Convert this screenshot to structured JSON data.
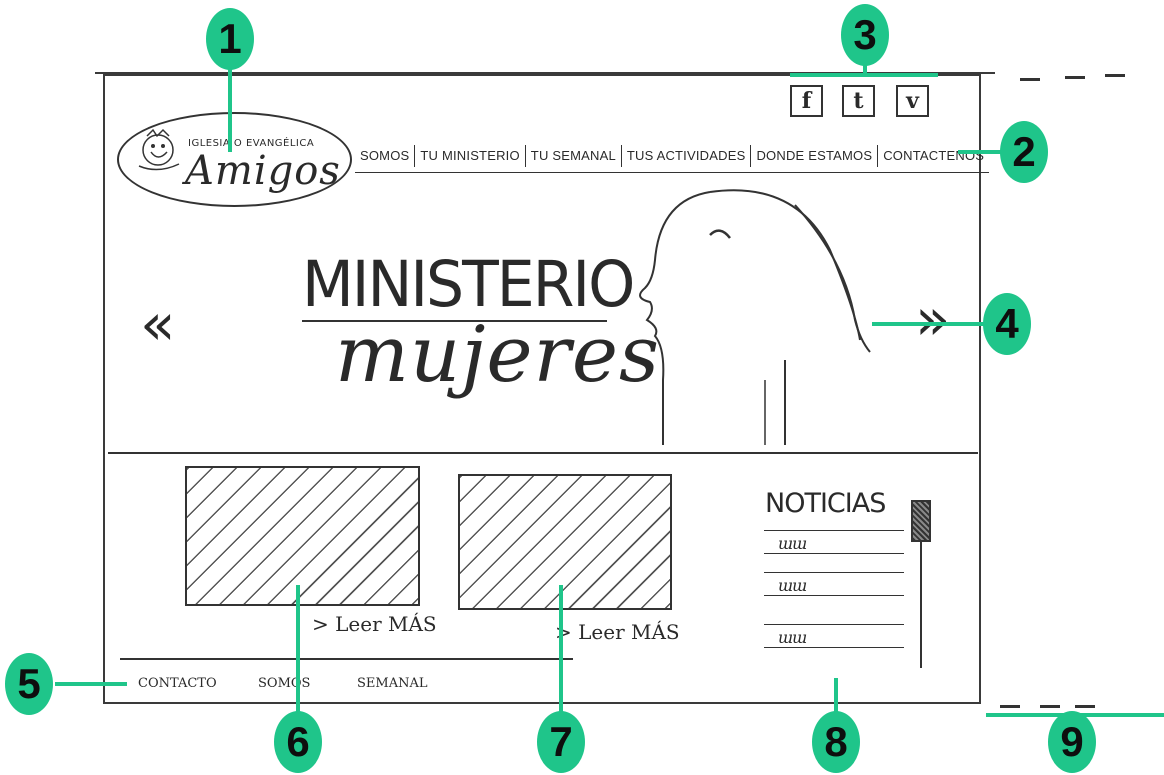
{
  "logo": {
    "small_text": "IGLESIA O EVANGÉLICA",
    "big_text": "Amigos"
  },
  "social": [
    {
      "label": "f",
      "icon": "facebook-icon"
    },
    {
      "label": "t",
      "icon": "twitter-icon"
    },
    {
      "label": "v",
      "icon": "vimeo-icon"
    }
  ],
  "nav": [
    "SOMOS",
    "TU MINISTERIO",
    "TU SEMANAL",
    "TUS ACTIVIDADES",
    "DONDE ESTAMOS",
    "CONTACTENOS"
  ],
  "hero": {
    "line1": "MINISTERIO",
    "line2": "mujeres",
    "prev_arrow": "«",
    "next_arrow": "»"
  },
  "cards": [
    {
      "readmore": "> Leer MÁS"
    },
    {
      "readmore": "> Leer MÁS"
    }
  ],
  "news": {
    "title": "NOTICIAS",
    "items": [
      "ɯɯ",
      "ɯɯ",
      "ɯɯ"
    ]
  },
  "footer": [
    "CONTACTO",
    "SOMOS",
    "SEMANAL"
  ],
  "callouts": [
    "1",
    "2",
    "3",
    "4",
    "5",
    "6",
    "7",
    "8",
    "9"
  ],
  "accent_color": "#1fc58a"
}
